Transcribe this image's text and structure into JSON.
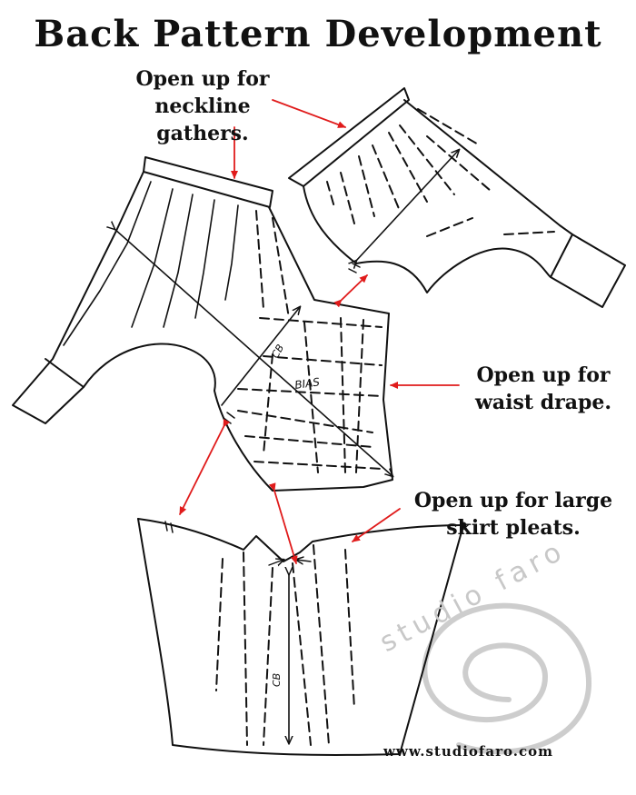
{
  "title": "Back Pattern Development",
  "labels": {
    "neckline": [
      "Open up for",
      "neckline gathers."
    ],
    "waist": [
      "Open up for",
      "waist drape."
    ],
    "skirt": [
      "Open up for large",
      "skirt pleats."
    ]
  },
  "pattern_marks": {
    "bias": "BIAS",
    "cb_bodice": "CB",
    "cb_skirt": "CB"
  },
  "watermark": {
    "text": "studio faro",
    "url": "www.studiofaro.com"
  },
  "colors": {
    "ink": "#111111",
    "arrow": "#e01b1b",
    "watermark": "#c8c8c8"
  }
}
